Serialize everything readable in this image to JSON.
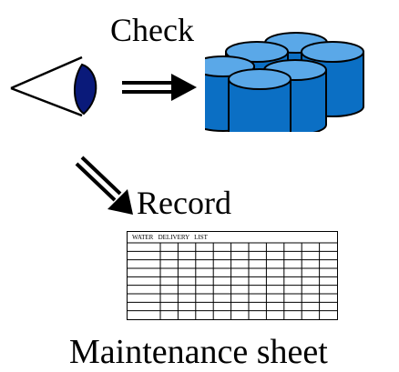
{
  "labels": {
    "check": "Check",
    "record": "Record",
    "maintenance_sheet": "Maintenance sheet"
  },
  "sheet": {
    "header": "WATER   DELIVERY   LIST",
    "columns": 11,
    "body_rows": 9
  },
  "colors": {
    "tank_fill": "#0b6fc4",
    "tank_top": "#5aa8e8",
    "eye_fill": "#0a1a7a",
    "line": "#000000"
  },
  "icons": [
    "eye-icon",
    "tank-group-icon",
    "arrow-right-icon",
    "arrow-down-right-icon"
  ]
}
